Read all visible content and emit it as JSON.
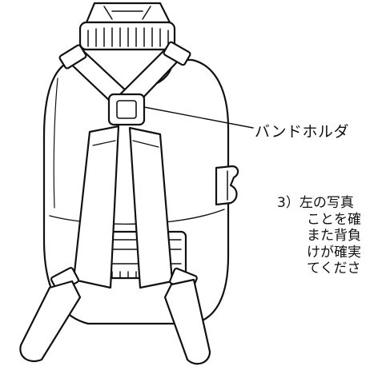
{
  "callout": {
    "label": "バンドホルダ"
  },
  "caption": {
    "number": "3）",
    "lines": [
      "左の写真",
      "ことを確",
      "また背負",
      "けが確実",
      "てくださ"
    ]
  }
}
